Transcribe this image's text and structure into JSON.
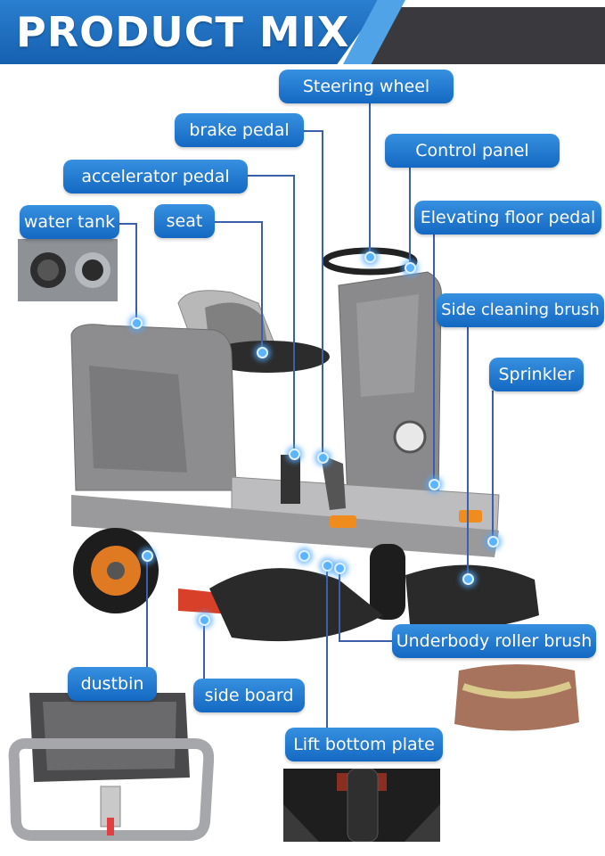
{
  "header": {
    "title": "PRODUCT MIX"
  },
  "labels": {
    "steering_wheel": "Steering wheel",
    "brake_pedal": "brake pedal",
    "control_panel": "Control panel",
    "accelerator_pedal": "accelerator pedal",
    "water_tank": "water tank",
    "seat": "seat",
    "elevating_floor_pedal": "Elevating floor pedal",
    "side_cleaning_brush": "Side cleaning brush",
    "sprinkler": "Sprinkler",
    "underbody_roller_brush": "Underbody roller brush",
    "dustbin": "dustbin",
    "side_board": "side board",
    "lift_bottom_plate": "Lift bottom plate"
  },
  "colors": {
    "accent": "#1a6fc8",
    "leader_line": "#3b5fa8",
    "banner_dark": "#3a3a3e"
  }
}
